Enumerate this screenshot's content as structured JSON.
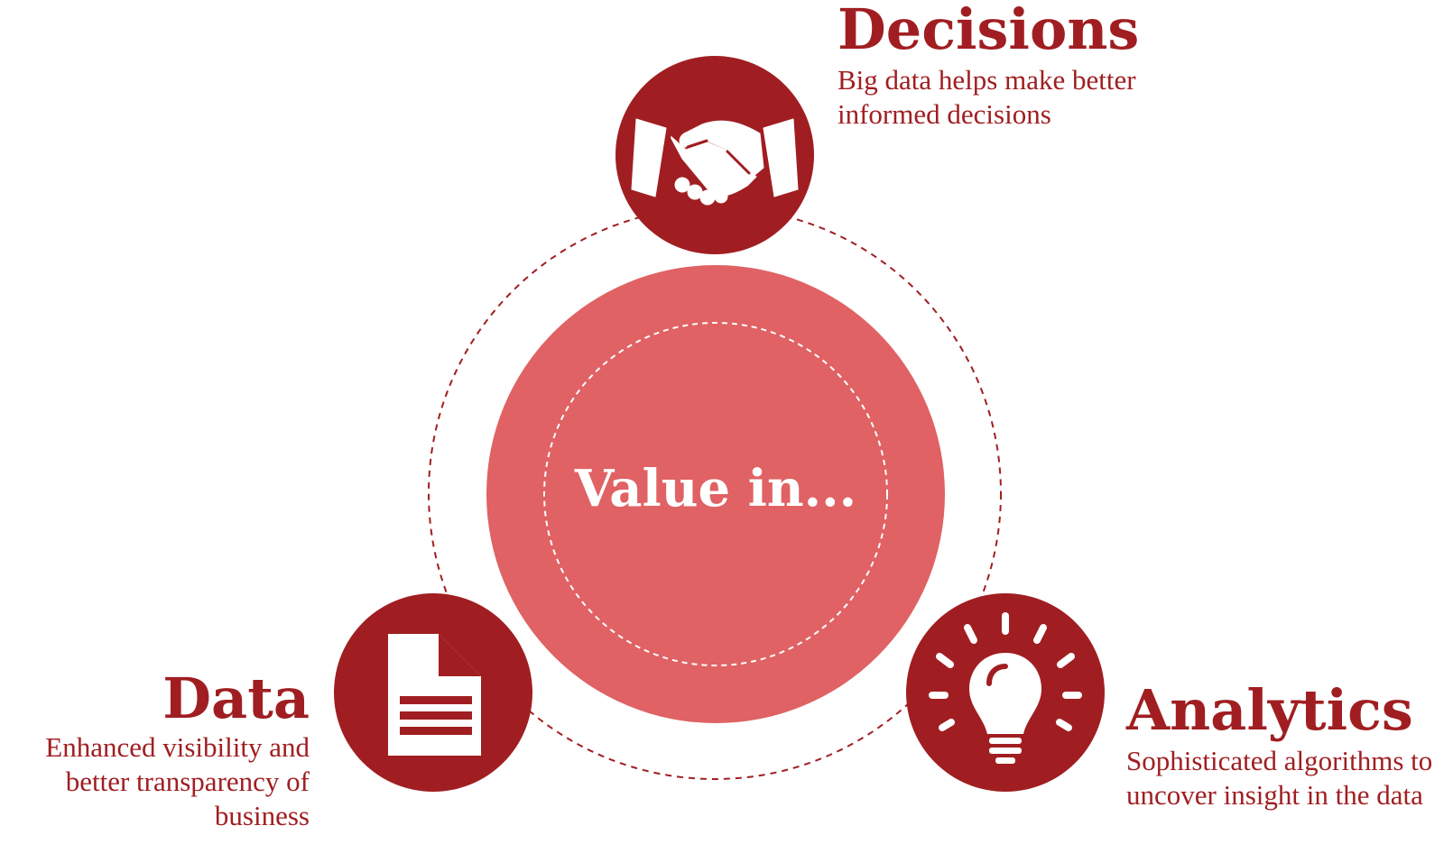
{
  "colors": {
    "primary": "#a01e21",
    "center_fill": "#e06264",
    "background": "#ffffff"
  },
  "center": {
    "label": "Value in..."
  },
  "nodes": {
    "decisions": {
      "title": "Decisions",
      "description": "Big data helps make better informed decisions",
      "icon": "handshake-icon"
    },
    "data": {
      "title": "Data",
      "description": "Enhanced visibility and better transparency of business",
      "icon": "document-icon"
    },
    "analytics": {
      "title": "Analytics",
      "description": "Sophisticated algorithms to uncover insight in the data",
      "icon": "lightbulb-icon"
    }
  }
}
